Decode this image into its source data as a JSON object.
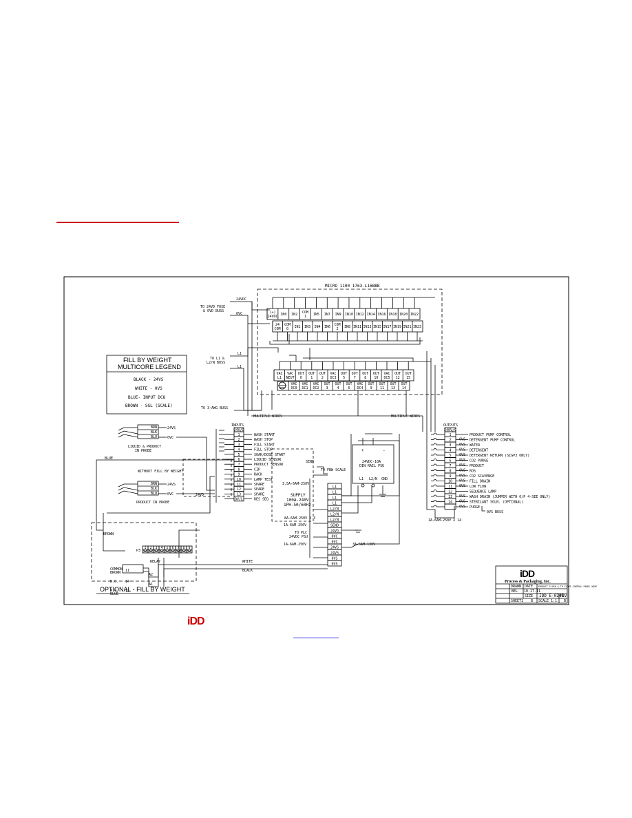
{
  "footer": {
    "logo": "iDD"
  },
  "plc": {
    "title": "MICRO 1100  1763-L16BBB",
    "input_top": [
      "(+) 24VDC",
      "IN0",
      "IN2",
      "COM 1",
      "IN5",
      "IN7",
      "IN9",
      "IN10",
      "IN12",
      "IN14",
      "IN16",
      "IN18",
      "IN20",
      "IN22"
    ],
    "input_bot": [
      "24 COM",
      "COM 0",
      "IN1",
      "IN3",
      "IN4",
      "IN6",
      "COM 2",
      "IN8",
      "IN11",
      "IN13",
      "IN15",
      "IN17",
      "IN19",
      "IN21",
      "IN23"
    ],
    "output_top": [
      "VAC L1",
      "VAC NEUT",
      "OUT 0",
      "OUT 1",
      "OUT 2",
      "VAC DC3",
      "OUT 5",
      "OUT 7",
      "OUT 8",
      "OUT 10",
      "VAC DC5",
      "OUT 12",
      "OUT 15"
    ],
    "output_bot": [
      "",
      "VAC DC0",
      "VAC DC1",
      "VAC DC2",
      "OUT 3",
      "OUT 4",
      "OUT 6",
      "VAC DC4",
      "OUT 9",
      "OUT 11",
      "OUT 13",
      "OUT 14"
    ]
  },
  "labels": {
    "to_24v_fuse": "TO 24VD FUSE",
    "to_0v_buss": "& 0VD BUSS",
    "v24": "24VDC",
    "v0": "0VC",
    "to_l1": "TO L1 &",
    "l2n_buss": "L2/N BUSS",
    "l1": "L1",
    "to_3awg": "TO 3-AWG BUSS",
    "multiple_wires_1": "MULTIPLE WIRES",
    "multiple_wires_2": "MULTIPLE WIRES",
    "inputs_title": "INPUTS",
    "outputs_title": "OUTPUTS",
    "ovs_buss": "0VS BUSS",
    "liquid_probe_1": "LIQUID & PRODUCT",
    "liquid_probe_2": "IN PROBE",
    "prod_in_probe": "PRODUCT IN PROBE",
    "without_fill": "WITHOUT FILL BY WEIGHT",
    "blue": "BLUE",
    "brown": "BROWN",
    "white": "WHITE",
    "black": "BLACK",
    "v24_2": "24VD",
    "send": "SEND",
    "to_fbw": "TO FBW SCALE",
    "to_plc": "TO PLC",
    "psu_small": "24VDC PSU",
    "supply_1": "SUPPLY",
    "supply_2": "100A-240V",
    "supply_3": "1PH-50/60Hz",
    "cable_1": "3.5A-6AM-250V",
    "cable_2": "8A-6AM-250V X 3",
    "cable_3": "1A-6AM-250V",
    "cable_4": "1A-6AM-250V",
    "cable_5": "3A-6AM-130V",
    "cable_6": "1A-6AM-250V X 14",
    "psu_1": "24VDC-10A",
    "psu_2": "DIN RAIL PSU",
    "psu_l1": "L1",
    "psu_l2": "L2/N",
    "psu_gnd": "GND",
    "relay": "RELAY",
    "common": "COMMON",
    "brown2": "BROWN",
    "nc": "N.C.",
    "no": "N.O.",
    "blue2": "BLUE",
    "a2": "A2",
    "a1": "A1",
    "t11": "11",
    "t14": "14",
    "t12": "12",
    "p3": "P3",
    "p3_pins": [
      "1",
      "2",
      "3",
      "4",
      "5",
      "6",
      "7",
      "8",
      "9"
    ]
  },
  "legend": {
    "title_1": "FILL BY WEIGHT",
    "title_2": "MULTICORE LEGEND",
    "lines": [
      "BLACK - 24VS",
      "WHITE - 0VS",
      "BLUE- INPUT DC8",
      "BROWN - SGL (SCALE)"
    ]
  },
  "probe": {
    "wires": [
      "BRN",
      "BLK",
      "BLU"
    ],
    "connections": [
      "24VS",
      "",
      "0VC"
    ],
    "connections2": [
      "24VS",
      "",
      "0VC"
    ]
  },
  "inputs": {
    "header": "24V/D",
    "rows": [
      {
        "num": "1",
        "label": "WASH START"
      },
      {
        "num": "2",
        "label": "WASH STOP"
      },
      {
        "num": "3",
        "label": "FILL START"
      },
      {
        "num": "4",
        "label": "FILL STOP"
      },
      {
        "num": "5",
        "label": "SOAK/DOSE START"
      },
      {
        "num": "6",
        "label": "LIQUID SENSOR"
      },
      {
        "num": "7",
        "label": "PRODUCT SENSOR"
      },
      {
        "num": "8",
        "label": "CIP"
      },
      {
        "num": "9",
        "label": "RACK"
      },
      {
        "num": "10",
        "label": "LAMP TEST"
      },
      {
        "num": "11",
        "label": "SPARE"
      },
      {
        "num": "12",
        "label": "SPARE"
      },
      {
        "num": "13",
        "label": "SPARE"
      },
      {
        "num": "0V/L",
        "label": "RES SEQ"
      }
    ]
  },
  "outputs": {
    "header": "240V/C",
    "rows": [
      {
        "num": "1",
        "label": "PRODUCT PUMP CONTROL",
        "tag": ""
      },
      {
        "num": "2",
        "label": "DETERGENT PUMP CONTROL",
        "tag": "0VS"
      },
      {
        "num": "3",
        "label": "WATER",
        "tag": "0VS"
      },
      {
        "num": "4",
        "label": "DETERGENT",
        "tag": "0VS"
      },
      {
        "num": "5",
        "label": "DETERGENT RETURN (SIGP3 ONLY)",
        "tag": "0VS"
      },
      {
        "num": "6",
        "label": "CO2 PURGE",
        "tag": "0VS"
      },
      {
        "num": "7",
        "label": "PRODUCT",
        "tag": "0VS"
      },
      {
        "num": "8",
        "label": "ROS",
        "tag": "0VS"
      },
      {
        "num": "9",
        "label": "CO2 SCAVENGE",
        "tag": "0VS"
      },
      {
        "num": "10",
        "label": "FILL DRAIN",
        "tag": "0VS"
      },
      {
        "num": "11",
        "label": "LOW FLOW",
        "tag": "0VS"
      },
      {
        "num": "12",
        "label": "SEQUENCE LAMP",
        "tag": ""
      },
      {
        "num": "13",
        "label": "WASH DRAIN (JUMPER WITH O/P 4-SEE ONLY)",
        "tag": "0VS"
      },
      {
        "num": "14",
        "label": "STERILANT SOLN. (OPTIONAL)",
        "tag": "0VS"
      },
      {
        "num": "",
        "label": "PURGE",
        "tag": "0VS"
      }
    ]
  },
  "psu_block": {
    "rows": [
      "L1",
      "L1",
      "L1",
      "L1",
      "L2/N",
      "L2/N",
      "L2/N",
      "SEND",
      "24VD",
      "0VC",
      "0VC",
      "24VS",
      "24VS",
      "0VS",
      "0VS"
    ]
  },
  "optional": {
    "title": "OPTIONAL  -  FILL BY WEIGHT"
  },
  "title_block": {
    "logo": "iDD",
    "company": "Process & Packaging, Inc.",
    "desc": "PRODUCT FLUSH & TR FLOPS CONTROL PANEL WIRE",
    "drawn_label": "DRAWN",
    "date_label": "DATE",
    "drawn": "BEL",
    "date": "10-17-11",
    "dwg_no": "IDD E-0245",
    "rev_label": "REV",
    "rev": "B",
    "size_label": "SIZE",
    "size": "B",
    "scale_label": "SCALE",
    "scale": "1:1",
    "sheet_label": "SHEET",
    "sheet": "1"
  }
}
